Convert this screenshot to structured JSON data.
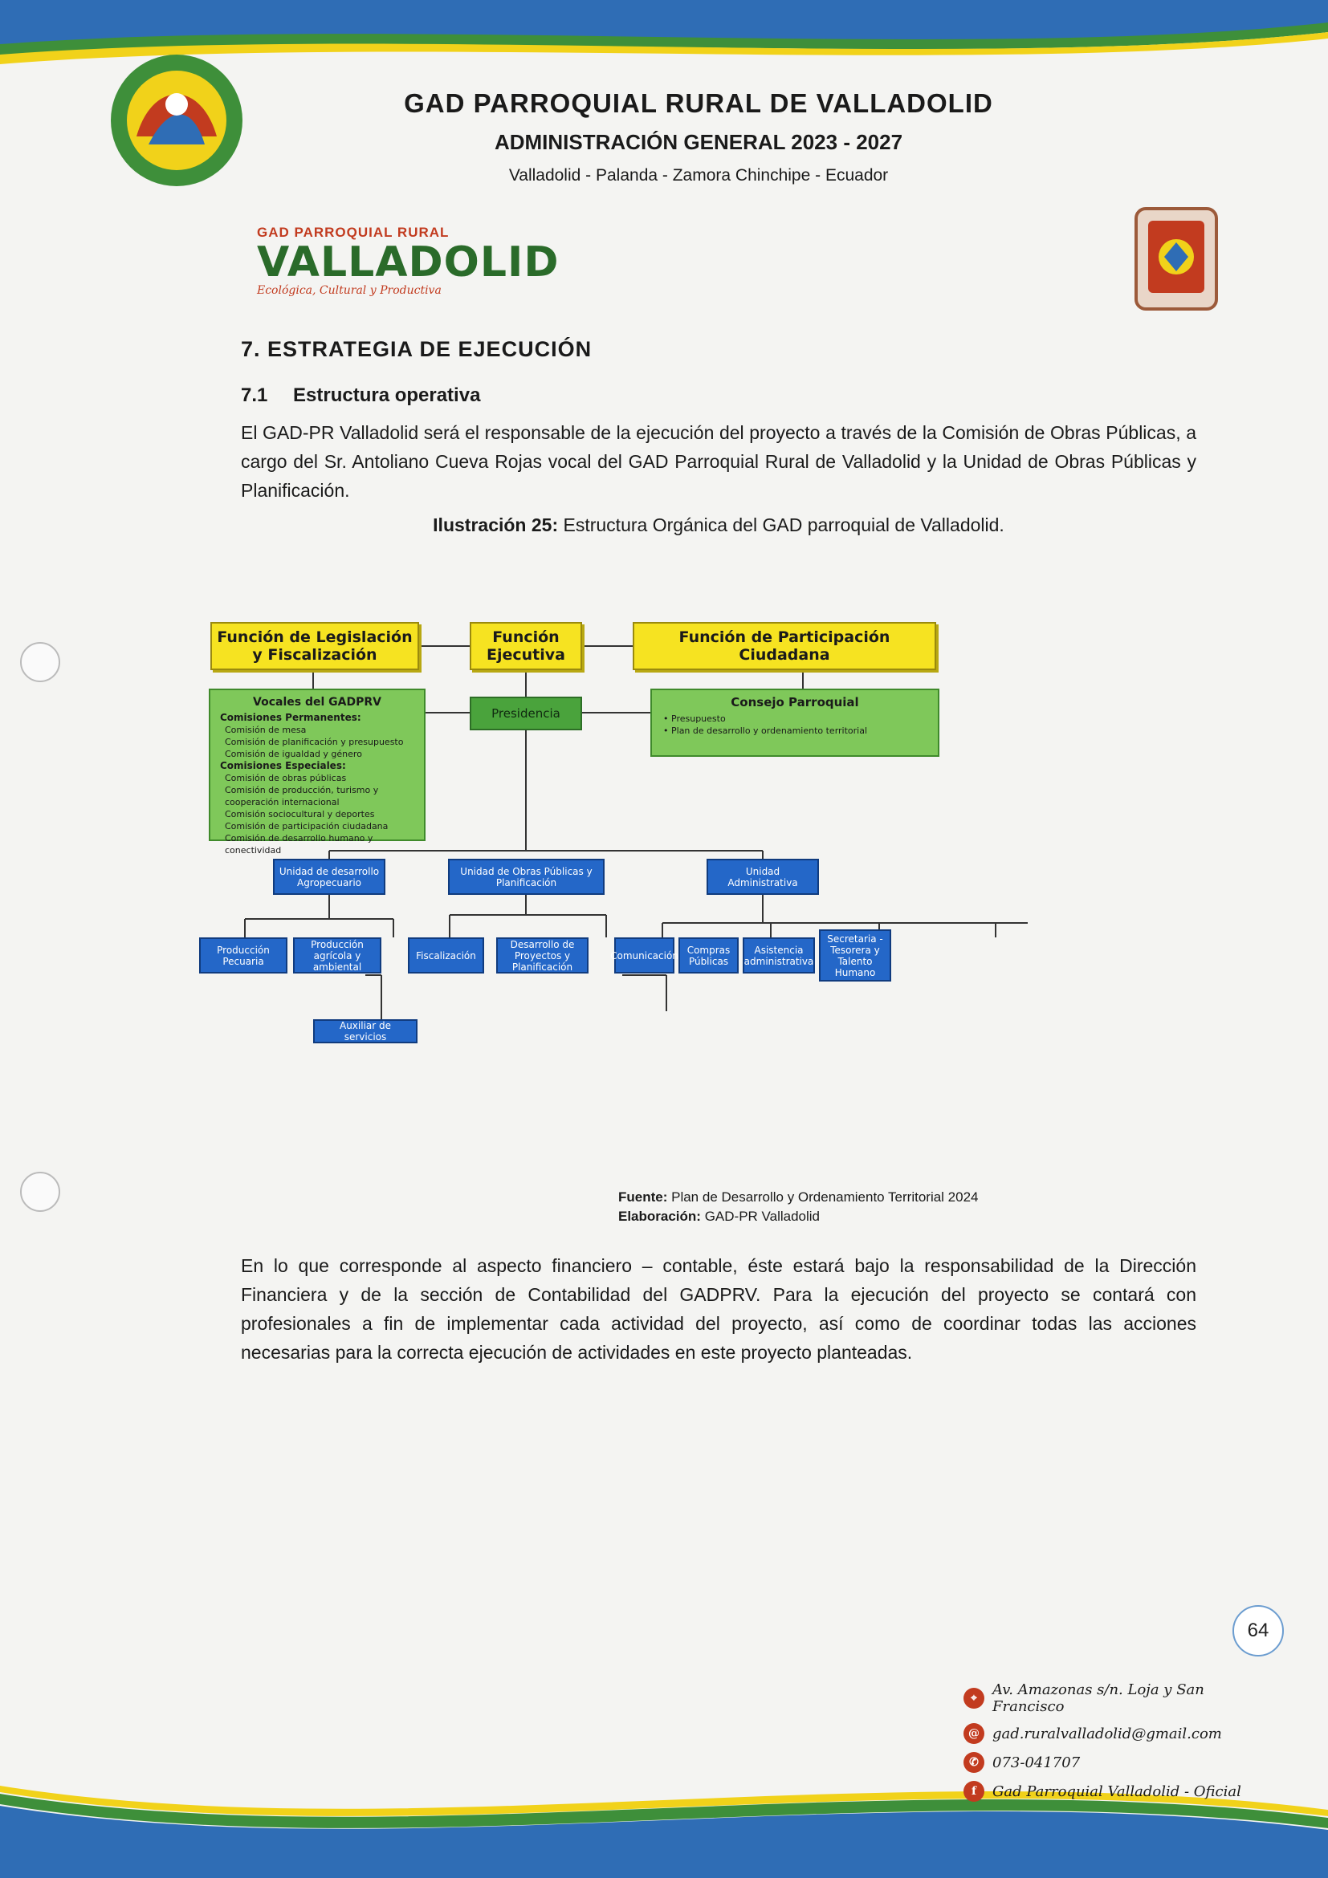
{
  "header": {
    "logo_gad": "GAD PARROQUIAL RURAL",
    "logo_name": "VALLADOLID",
    "logo_tagline": "Ecológica, Cultural y Productiva",
    "title": "GAD PARROQUIAL RURAL DE VALLADOLID",
    "admin": "ADMINISTRACIÓN GENERAL 2023 - 2027",
    "location": "Valladolid - Palanda - Zamora Chinchipe - Ecuador"
  },
  "section": {
    "heading": "7. ESTRATEGIA DE EJECUCIÓN",
    "sub_num": "7.1",
    "sub_title": "Estructura operativa",
    "para1": "El GAD-PR Valladolid será el responsable de la ejecución del proyecto a través de la Comisión de Obras Públicas, a cargo del Sr. Antoliano Cueva Rojas vocal del GAD Parroquial Rural de Valladolid y la Unidad de Obras Públicas y Planificación.",
    "caption_label": "Ilustración 25:",
    "caption_text": " Estructura Orgánica del GAD parroquial de Valladolid."
  },
  "org": {
    "functions": [
      "Función de Legislación y Fiscalización",
      "Función Ejecutiva",
      "Función de Participación Ciudadana"
    ],
    "vocales": {
      "title": "Vocales del GADPRV",
      "perm_title": "Comisiones Permanentes:",
      "perm": [
        "Comisión de mesa",
        "Comisión de planificación y presupuesto",
        "Comisión de igualdad y género"
      ],
      "esp_title": "Comisiones Especiales:",
      "esp": [
        "Comisión de obras públicas",
        "Comisión de producción, turismo y cooperación internacional",
        "Comisión sociocultural y deportes",
        "Comisión de participación ciudadana",
        "Comisión de desarrollo humano y conectividad"
      ]
    },
    "presidencia": "Presidencia",
    "consejo": {
      "title": "Consejo Parroquial",
      "items": [
        "Presupuesto",
        "Plan de desarrollo y ordenamiento territorial"
      ]
    },
    "units": [
      "Unidad de desarrollo Agropecuario",
      "Unidad de Obras Públicas y Planificación",
      "Unidad Administrativa"
    ],
    "leaves": [
      "Producción Pecuaria",
      "Producción agrícola y ambiental",
      "Fiscalización",
      "Desarrollo de Proyectos y Planificación",
      "Comunicación",
      "Compras Públicas",
      "Asistencia administrativa",
      "Secretaria - Tesorera y Talento Humano"
    ],
    "auxiliar": "Auxiliar de servicios"
  },
  "source": {
    "fuente_label": "Fuente:",
    "fuente_text": " Plan de Desarrollo y Ordenamiento Territorial 2024",
    "elab_label": "Elaboración:",
    "elab_text": " GAD-PR Valladolid"
  },
  "para2": "En lo que corresponde al aspecto financiero – contable, éste estará bajo la responsabilidad de la Dirección Financiera y de la sección de Contabilidad del GADPRV. Para la ejecución del proyecto se contará con profesionales a fin de implementar cada actividad del proyecto, así como de coordinar todas las acciones necesarias para la correcta ejecución de actividades en este proyecto planteadas.",
  "page_number": "64",
  "footer": {
    "facebook": "Gad Parroquial Valladolid - Oficial",
    "phone": "073-041707",
    "email": "gad.ruralvalladolid@gmail.com",
    "address": "Av. Amazonas s/n. Loja y San Francisco"
  },
  "colors": {
    "yellow": "#f6e321",
    "green": "#4aa33c",
    "light_green": "#7fc85a",
    "blue": "#2467c8",
    "brand_red": "#c23b1f"
  }
}
